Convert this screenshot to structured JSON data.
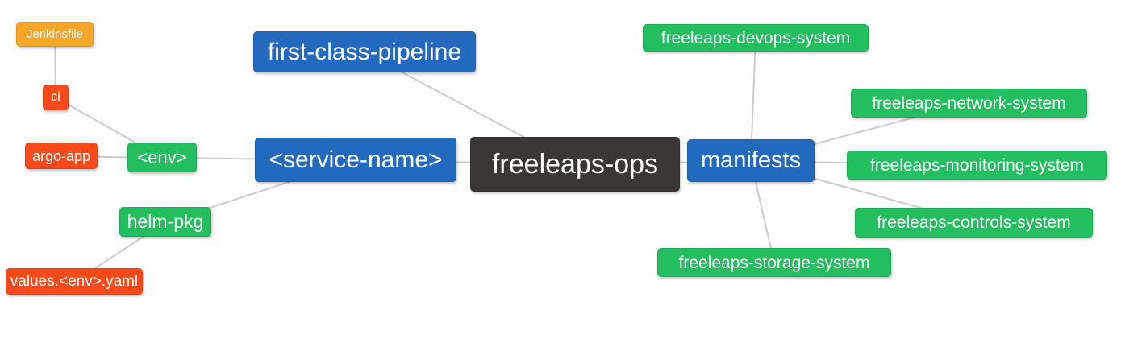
{
  "palette": {
    "blue": "#2369be",
    "green": "#23be5f",
    "orange": "#f8a62a",
    "red": "#f94a1b",
    "dark": "#3b3737",
    "edge": "#cccccc",
    "background": "#ffffff",
    "text": "#ffffff"
  },
  "diagram": {
    "type": "mindmap",
    "root": "freeleaps-ops",
    "nodes": {
      "jenkinsfile": {
        "label": "Jenkinsfile",
        "color": "orange"
      },
      "ci": {
        "label": "ci",
        "color": "red"
      },
      "argo-app": {
        "label": "argo-app",
        "color": "red"
      },
      "env": {
        "label": "<env>",
        "color": "green"
      },
      "helm-pkg": {
        "label": "helm-pkg",
        "color": "green"
      },
      "values-env-yaml": {
        "label": "values.<env>.yaml",
        "color": "red"
      },
      "first-class-pipeline": {
        "label": "first-class-pipeline",
        "color": "blue"
      },
      "service-name": {
        "label": "<service-name>",
        "color": "blue"
      },
      "freeleaps-ops": {
        "label": "freeleaps-ops",
        "color": "dark"
      },
      "manifests": {
        "label": "manifests",
        "color": "blue"
      },
      "devops-system": {
        "label": "freeleaps-devops-system",
        "color": "green"
      },
      "network-system": {
        "label": "freeleaps-network-system",
        "color": "green"
      },
      "monitoring-system": {
        "label": "freeleaps-monitoring-system",
        "color": "green"
      },
      "controls-system": {
        "label": "freeleaps-controls-system",
        "color": "green"
      },
      "storage-system": {
        "label": "freeleaps-storage-system",
        "color": "green"
      }
    },
    "edges": [
      [
        "jenkinsfile",
        "ci"
      ],
      [
        "ci",
        "env"
      ],
      [
        "argo-app",
        "env"
      ],
      [
        "env",
        "service-name"
      ],
      [
        "helm-pkg",
        "service-name"
      ],
      [
        "values-env-yaml",
        "helm-pkg"
      ],
      [
        "first-class-pipeline",
        "freeleaps-ops"
      ],
      [
        "service-name",
        "freeleaps-ops"
      ],
      [
        "freeleaps-ops",
        "manifests"
      ],
      [
        "manifests",
        "devops-system"
      ],
      [
        "manifests",
        "network-system"
      ],
      [
        "manifests",
        "monitoring-system"
      ],
      [
        "manifests",
        "controls-system"
      ],
      [
        "manifests",
        "storage-system"
      ]
    ]
  }
}
